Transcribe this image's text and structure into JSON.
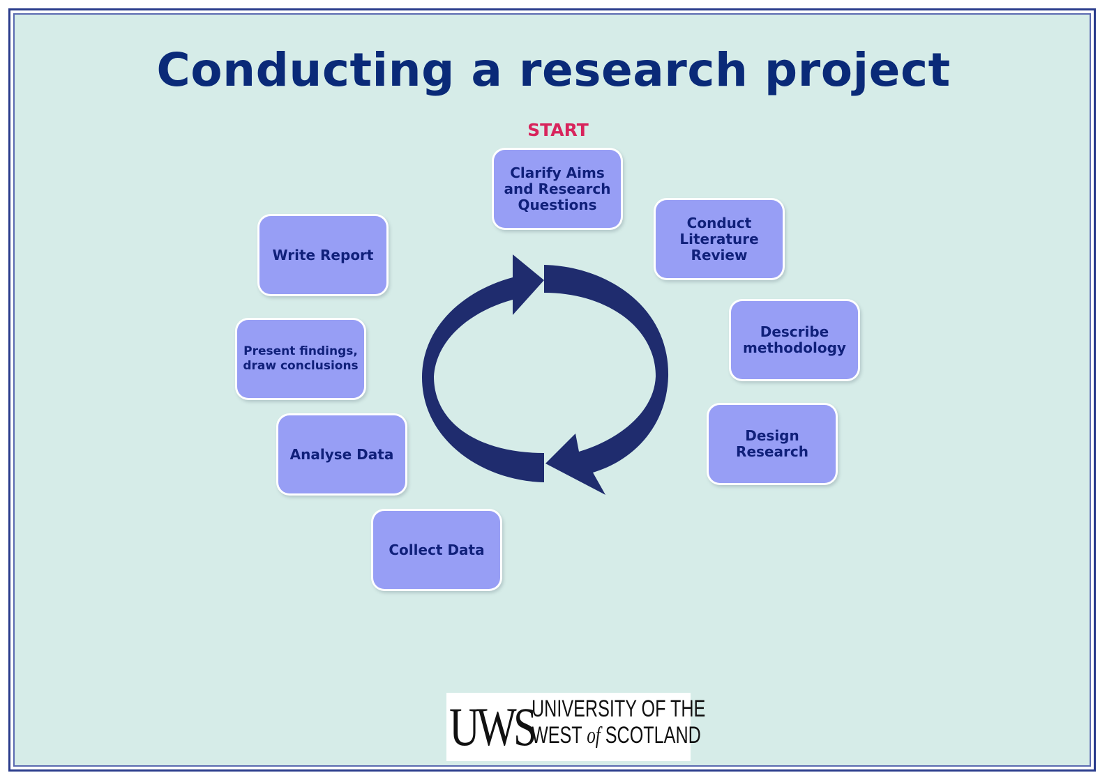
{
  "title": "Conducting a research project",
  "start_label": "START",
  "steps": [
    {
      "label": "Clarify Aims\nand Research\nQuestions"
    },
    {
      "label": "Conduct\nLiterature\nReview"
    },
    {
      "label": "Describe\nmethodology"
    },
    {
      "label": "Design\nResearch"
    },
    {
      "label": "Collect Data"
    },
    {
      "label": "Analyse  Data"
    },
    {
      "label": "Present findings,\ndraw conclusions"
    },
    {
      "label": "Write Report"
    }
  ],
  "logo": {
    "mark": "UWS",
    "line1": "UNIVERSITY OF THE",
    "line2_pre": "WEST ",
    "line2_of": "of",
    "line2_post": " SCOTLAND"
  },
  "colors": {
    "background": "#d6ece8",
    "title": "#0a2a78",
    "start": "#d8245c",
    "box_fill": "#979ef5",
    "box_text": "#10207a",
    "cycle_arrow": "#1f2c6e"
  }
}
